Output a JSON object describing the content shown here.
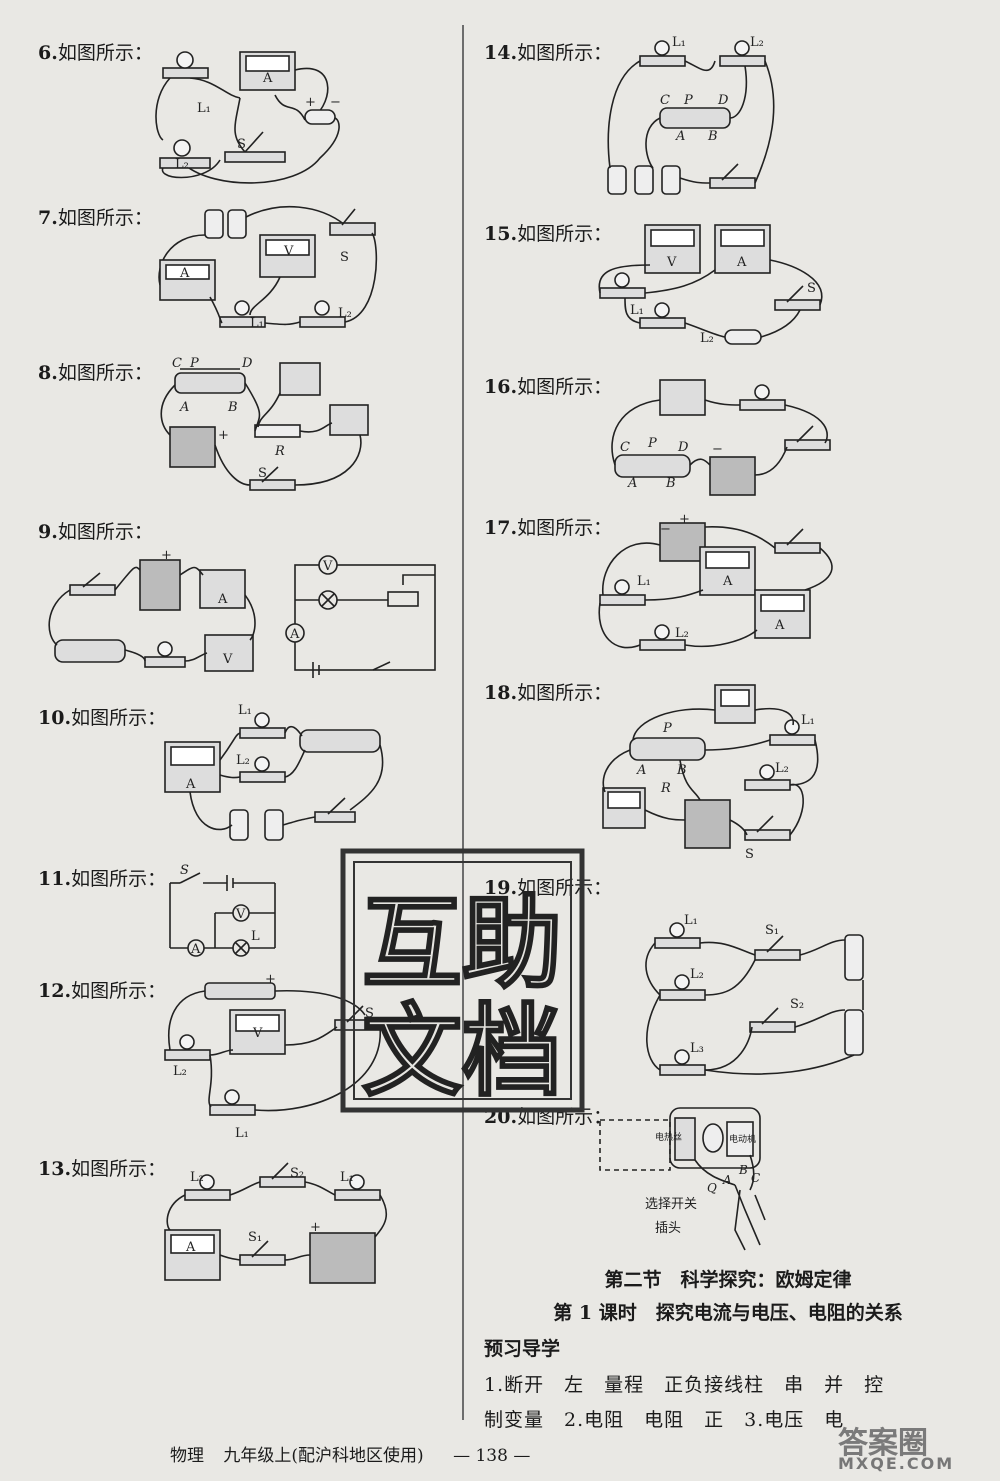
{
  "questions": [
    {
      "num": "6.",
      "text": "如图所示："
    },
    {
      "num": "7.",
      "text": "如图所示："
    },
    {
      "num": "8.",
      "text": "如图所示："
    },
    {
      "num": "9.",
      "text": "如图所示："
    },
    {
      "num": "10.",
      "text": "如图所示："
    },
    {
      "num": "11.",
      "text": "如图所示："
    },
    {
      "num": "12.",
      "text": "如图所示："
    },
    {
      "num": "13.",
      "text": "如图所示："
    },
    {
      "num": "14.",
      "text": "如图所示："
    },
    {
      "num": "15.",
      "text": "如图所示："
    },
    {
      "num": "16.",
      "text": "如图所示："
    },
    {
      "num": "17.",
      "text": "如图所示："
    },
    {
      "num": "18.",
      "text": "如图所示："
    },
    {
      "num": "19.",
      "text": "如图所示："
    },
    {
      "num": "20.",
      "text": "如图所示："
    }
  ],
  "figure_labels": {
    "L1": "L₁",
    "L2": "L₂",
    "L3": "L₃",
    "S": "S",
    "S1": "S₁",
    "S2": "S₂",
    "A": "A",
    "V": "V",
    "R": "R",
    "P": "P",
    "C": "C",
    "D": "D",
    "B": "B",
    "Q": "Q",
    "L": "L",
    "plus": "+",
    "minus": "−",
    "f20_heater": "电热丝",
    "f20_motor": "电动机",
    "f20_switch": "选择开关",
    "f20_plug": "插头"
  },
  "stamp": {
    "c1": "互",
    "c2": "助",
    "c3": "文",
    "c4": "档"
  },
  "section": {
    "title": "第二节　科学探究：欧姆定律",
    "lesson": "第 1 课时　探究电流与电压、电阻的关系",
    "heading": "预习导学"
  },
  "answers": {
    "line1": "1.断开　左　量程　正负接线柱　串　并　控",
    "line2": "制变量　2.电阻　电阻　正　3.电压　电"
  },
  "footer": {
    "subject": "物理",
    "grade": "九年级上(配沪科地区使用)",
    "page": "— 138 —"
  },
  "watermark": {
    "main": "答案圈",
    "url": "MXQE.COM"
  }
}
